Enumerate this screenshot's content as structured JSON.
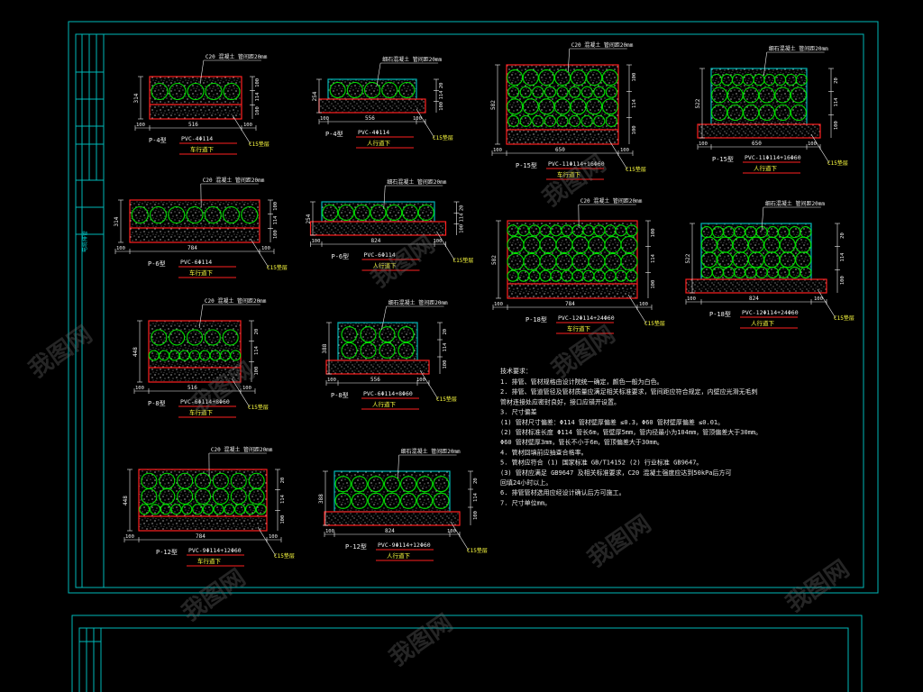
{
  "sheet": {
    "title_block_label": "电缆排管",
    "colors": {
      "background": "#000000",
      "frame": "#00b8b8",
      "concrete_red": "#ff2020",
      "pipe_green": "#00e000",
      "dim_white": "#f0f0f0",
      "label_yellow": "#ffff40",
      "watermark": "#6a6a6a"
    }
  },
  "sections": [
    {
      "id": "p4-car",
      "top_note": "C20 混凝土 管间距20mm",
      "tag": "P-4型",
      "spec": "PVC-4Φ114",
      "kind": "车行道下",
      "width": "516",
      "left": "100",
      "right": "100",
      "height": "314",
      "h1": "100",
      "h2": "114",
      "h3": "100",
      "base": "C15垫层"
    },
    {
      "id": "p4-ped",
      "top_note": "细石混凝土 管间距20mm",
      "tag": "P-4型",
      "spec": "PVC-4Φ114",
      "kind": "人行道下",
      "width": "556",
      "left": "100",
      "right": "100",
      "height": "254",
      "h1": "100",
      "h2": "114",
      "h3": "20",
      "base": "C15垫层"
    },
    {
      "id": "p6-car",
      "top_note": "C20 混凝土 管间距20mm",
      "tag": "P-6型",
      "spec": "PVC-6Φ114",
      "kind": "车行道下",
      "width": "784",
      "left": "100",
      "right": "100",
      "height": "314",
      "h1": "100",
      "h2": "114",
      "h3": "100",
      "base": "C15垫层"
    },
    {
      "id": "p6-ped",
      "top_note": "细石混凝土 管间距20mm",
      "tag": "P-6型",
      "spec": "PVC-6Φ114",
      "kind": "人行道下",
      "width": "824",
      "left": "100",
      "right": "100",
      "height": "254",
      "h1": "100",
      "h2": "114",
      "h3": "20",
      "base": "C15垫层"
    },
    {
      "id": "p8-car",
      "top_note": "C20 混凝土 管间距20mm",
      "tag": "P-8型",
      "spec": "PVC-6Φ114+8Φ60",
      "kind": "车行道下",
      "width": "516",
      "left": "100",
      "right": "100",
      "height": "448",
      "h1": "100",
      "h2": "114",
      "h3": "20",
      "base": "C15垫层"
    },
    {
      "id": "p8-ped",
      "top_note": "细石混凝土 管间距20mm",
      "tag": "P-8型",
      "spec": "PVC-6Φ114+8Φ60",
      "kind": "人行道下",
      "width": "556",
      "left": "100",
      "right": "100",
      "height": "388",
      "h1": "100",
      "h2": "114",
      "h3": "20",
      "base": "C15垫层"
    },
    {
      "id": "p12-car",
      "top_note": "C20 混凝土 管间距20mm",
      "tag": "P-12型",
      "spec": "PVC-9Φ114+12Φ60",
      "kind": "车行道下",
      "width": "784",
      "left": "100",
      "right": "100",
      "height": "448",
      "h1": "100",
      "h2": "114",
      "h3": "20",
      "base": "C15垫层"
    },
    {
      "id": "p12-ped",
      "top_note": "细石混凝土 管间距20mm",
      "tag": "P-12型",
      "spec": "PVC-9Φ114+12Φ60",
      "kind": "人行道下",
      "width": "824",
      "left": "100",
      "right": "100",
      "height": "388",
      "h1": "100",
      "h2": "114",
      "h3": "20",
      "base": "C15垫层"
    },
    {
      "id": "p15-car",
      "top_note": "C20 混凝土 管间距20mm",
      "tag": "P-15型",
      "spec": "PVC-11Φ114+16Φ60",
      "kind": "车行道下",
      "width": "650",
      "left": "100",
      "right": "100",
      "height": "582",
      "h1": "100",
      "h2": "114",
      "h3": "100",
      "base": "C15垫层"
    },
    {
      "id": "p15-ped",
      "top_note": "细石混凝土 管间距20mm",
      "tag": "P-15型",
      "spec": "PVC-11Φ114+16Φ60",
      "kind": "人行道下",
      "width": "650",
      "left": "100",
      "right": "100",
      "height": "522",
      "h1": "100",
      "h2": "114",
      "h3": "20",
      "base": "C15垫层"
    },
    {
      "id": "p18-car",
      "top_note": "C20 混凝土 管间距20mm",
      "tag": "P-18型",
      "spec": "PVC-12Φ114+24Φ60",
      "kind": "车行道下",
      "width": "784",
      "left": "100",
      "right": "100",
      "height": "582",
      "h1": "100",
      "h2": "114",
      "h3": "100",
      "base": "C15垫层"
    },
    {
      "id": "p18-ped",
      "top_note": "细石混凝土 管间距20mm",
      "tag": "P-18型",
      "spec": "PVC-12Φ114+24Φ60",
      "kind": "人行道下",
      "width": "824",
      "left": "100",
      "right": "100",
      "height": "522",
      "h1": "100",
      "h2": "114",
      "h3": "20",
      "base": "C15垫层"
    }
  ],
  "notes": {
    "title": "技术要求：",
    "lines": [
      "1. 排管、管材规格由设计院统一确定，颜色一般为白色。",
      "2. 排管、管道管径及管材质量应满足相关标准要求，管间距应符合规定，内壁应光滑无毛刺",
      "   管材连接处应密封良好，接口应错开设置。",
      "3. 尺寸偏差",
      "   (1) 管材尺寸偏差：Φ114 管材壁厚偏差 ≤0.3，Φ60 管材壁厚偏差 ≤0.01。",
      "   (2) 管材标准长度 Φ114 管长6m，管壁厚5mm，管内径最小为104mm，管顶偏差大于30mm。",
      "       Φ60 管材壁厚3mm，管长不小于6m，管顶偏差大于30mm。",
      "4. 管材回填前应抽查合格率。",
      "5. 管材应符合 (1) 国家标准 GB/T14152 (2) 行业标准 GB9647。",
      "   (3) 管材应满足 GB9647 及相关标准要求，C20 混凝土强度应达到50kPa后方可",
      "   回填24小时以上。",
      "6. 排管管材选用应经设计确认后方可施工。",
      "7. 尺寸单位mm。"
    ]
  },
  "watermarks": [
    "我图网",
    "我图网",
    "我图网",
    "我图网",
    "我图网",
    "我图网",
    "我图网",
    "我图网",
    "我图网"
  ]
}
